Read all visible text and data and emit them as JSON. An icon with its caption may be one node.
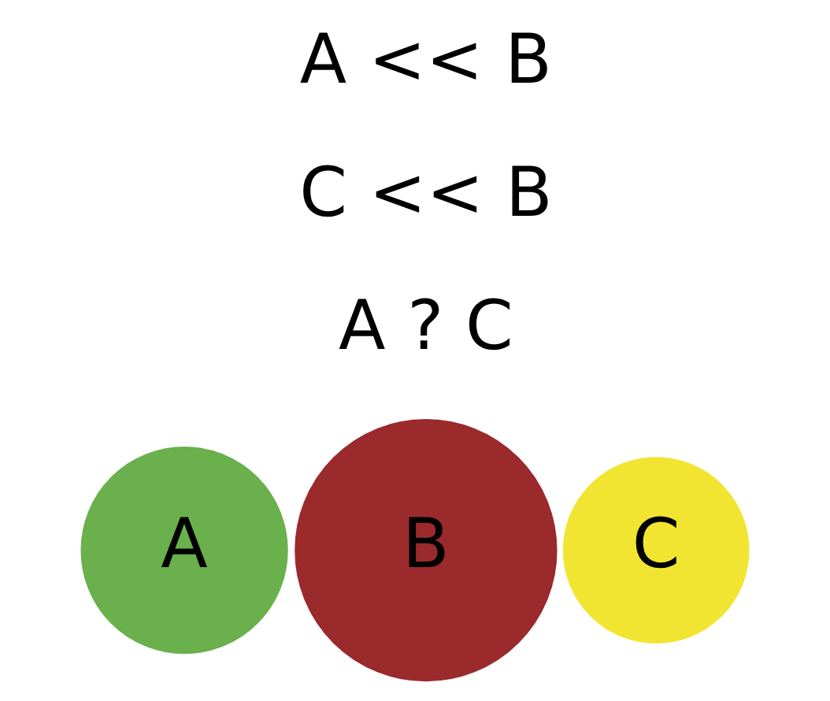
{
  "diagram": {
    "nodes": [
      {
        "text": [
          "A"
        ]
      },
      {
        "text": [
          "B"
        ]
      },
      {
        "text": [
          "C"
        ]
      }
    ],
    "edges": [],
    "labels": [
      "A << B",
      "C << B",
      "A ? C"
    ]
  }
}
